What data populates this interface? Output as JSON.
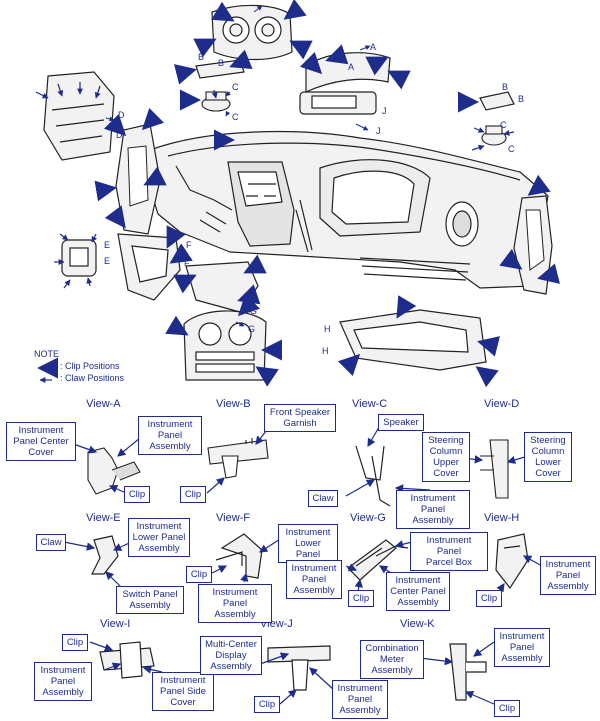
{
  "note": {
    "title": "NOTE",
    "clip": ": Clip Positions",
    "claw": ": Claw Positions"
  },
  "letters": [
    "A",
    "B",
    "C",
    "D",
    "E",
    "F",
    "G",
    "H",
    "J"
  ],
  "views": {
    "a": "View-A",
    "b": "View-B",
    "c": "View-C",
    "d": "View-D",
    "e": "View-E",
    "f": "View-F",
    "g": "View-G",
    "h": "View-H",
    "i": "View-I",
    "j": "View-J",
    "k": "View-K"
  },
  "labels": {
    "a_center_cover": "Instrument\nPanel Center\nCover",
    "a_panel_assembly": "Instrument\nPanel\nAssembly",
    "a_clip": "Clip",
    "b_speaker_garnish": "Front Speaker\nGarnish",
    "b_clip": "Clip",
    "c_speaker": "Speaker",
    "c_claw": "Claw",
    "c_panel_assembly": "Instrument\nPanel Assembly",
    "d_upper_cover": "Steering\nColumn\nUpper\nCover",
    "d_lower_cover": "Steering\nColumn\nLower\nCover",
    "e_claw": "Claw",
    "e_lower_panel_assembly": "Instrument\nLower Panel\nAssembly",
    "e_switch_panel": "Switch Panel\nAssembly",
    "f_lower_panel": "Instrument\nLower Panel",
    "f_clip": "Clip",
    "f_panel_assembly": "Instrument\nPanel Assembly",
    "g_parcel_box": "Instrument Panel\nParcel Box",
    "g_panel_assembly": "Instrument\nPanel\nAssembly",
    "g_center_panel": "Instrument\nCenter Panel\nAssembly",
    "g_clip": "Clip",
    "h_panel_assembly": "Instrument\nPanel\nAssembly",
    "h_clip": "Clip",
    "i_clip": "Clip",
    "i_panel_assembly": "Instrument\nPanel\nAssembly",
    "i_side_cover": "Instrument\nPanel Side\nCover",
    "j_display": "Multi-Center\nDisplay\nAssembly",
    "j_clip": "Clip",
    "j_panel_assembly": "Instrument\nPanel\nAssembly",
    "k_meter": "Combination\nMeter\nAssembly",
    "k_panel_assembly": "Instrument\nPanel\nAssembly",
    "k_clip": "Clip"
  },
  "colors": {
    "accent": "#1e2c8c",
    "line": "#222222",
    "part_fill": "#f2f2f2",
    "fill_dark": "#6d6d6d"
  }
}
